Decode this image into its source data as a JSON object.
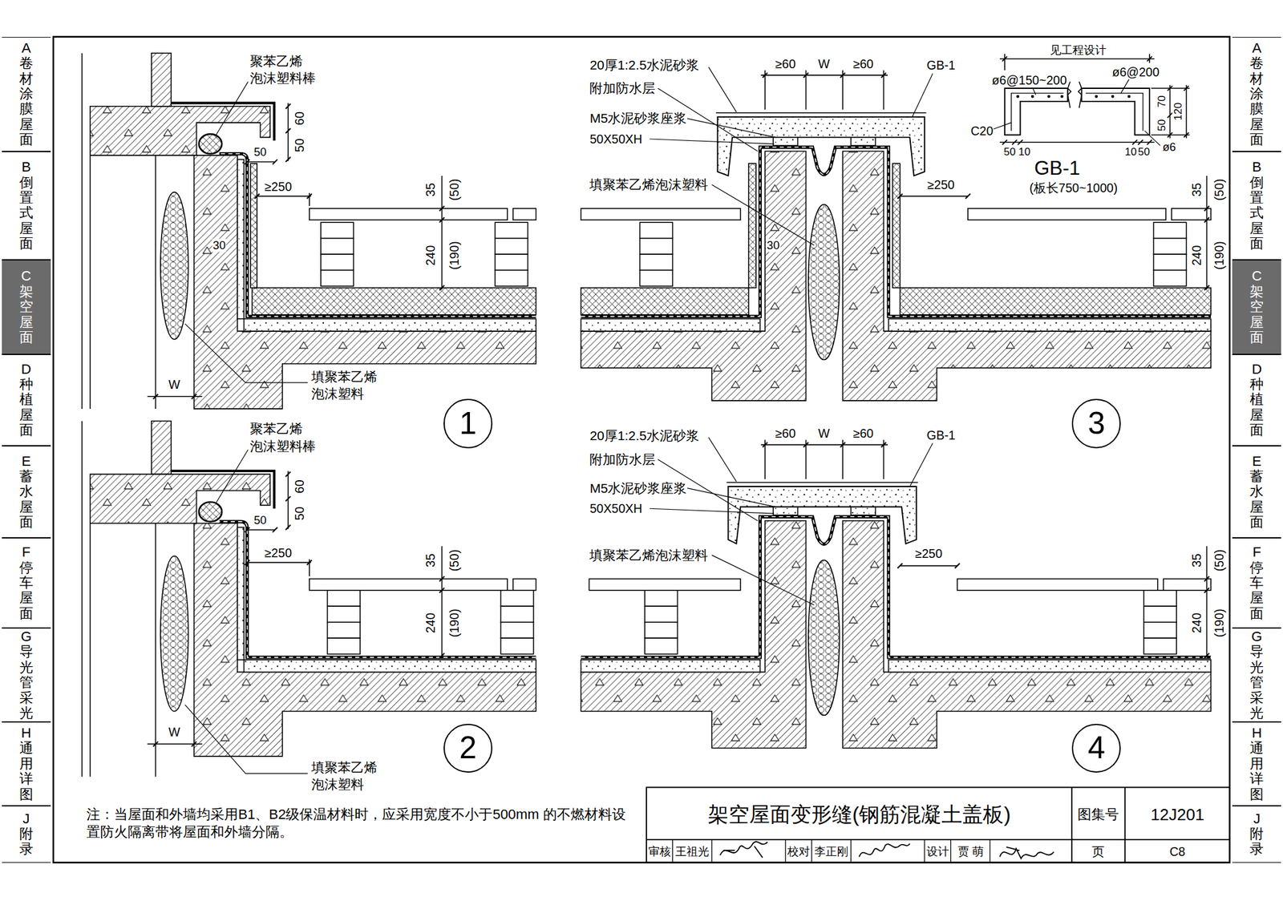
{
  "diagram": {
    "title": "架空屋面变形缝(钢筋混凝土盖板)",
    "nodes": [
      {
        "text": [
          "A",
          "卷材涂膜屋面"
        ]
      },
      {
        "text": [
          "B",
          "倒置式屋面"
        ]
      },
      {
        "text": [
          "C",
          "架空屋面"
        ]
      },
      {
        "text": [
          "D",
          "种植屋面"
        ]
      },
      {
        "text": [
          "E",
          "蓄水屋面"
        ]
      },
      {
        "text": [
          "F",
          "停车屋面"
        ]
      },
      {
        "text": [
          "G",
          "导光管采光"
        ]
      },
      {
        "text": [
          "H",
          "通用详图"
        ]
      },
      {
        "text": [
          "J",
          "附录"
        ]
      },
      {
        "text": [
          "A",
          "卷材涂膜屋面"
        ]
      },
      {
        "text": [
          "B",
          "倒置式屋面"
        ]
      },
      {
        "text": [
          "C",
          "架空屋面"
        ]
      },
      {
        "text": [
          "D",
          "种植屋面"
        ]
      },
      {
        "text": [
          "E",
          "蓄水屋面"
        ]
      },
      {
        "text": [
          "F",
          "停车屋面"
        ]
      },
      {
        "text": [
          "G",
          "导光管采光"
        ]
      },
      {
        "text": [
          "H",
          "通用详图"
        ]
      },
      {
        "text": [
          "J",
          "附录"
        ]
      },
      {
        "text": [
          "1"
        ]
      },
      {
        "text": [
          "2"
        ]
      },
      {
        "text": [
          "3"
        ]
      },
      {
        "text": [
          "4"
        ]
      }
    ],
    "labels": [
      "聚苯乙烯 泡沫塑料棒",
      "60",
      "50",
      "50",
      "≥250",
      "35",
      "(50)",
      "240",
      "(190)",
      "30",
      "W",
      "填聚苯乙烯 泡沫塑料",
      "聚苯乙烯 泡沫塑料棒",
      "60",
      "50",
      "50",
      "≥250",
      "35",
      "(50)",
      "240",
      "(190)",
      "W",
      "填聚苯乙烯 泡沫塑料",
      "20厚1:2.5水泥砂浆",
      "附加防水层",
      "M5水泥砂浆座浆",
      "50X50XH",
      "填聚苯乙烯泡沫塑料",
      "≥60",
      "W",
      "≥60",
      "GB-1",
      "≥250",
      "30",
      "35",
      "(50)",
      "240",
      "(190)",
      "见工程设计",
      "ø6@150~200",
      "ø6@200",
      "C20",
      "50",
      "10",
      "10",
      "50",
      "70",
      "50",
      "120",
      "ø6",
      "GB-1",
      "(板长750~1000)",
      "20厚1:2.5水泥砂浆",
      "附加防水层",
      "M5水泥砂浆座浆",
      "50X50XH",
      "填聚苯乙烯泡沫塑料",
      "≥60",
      "W",
      "≥60",
      "GB-1",
      "≥250",
      "35",
      "(50)",
      "240",
      "(190)",
      "注：当屋面和外墙均采用B1、B2级保温材料时，应采用宽度不小于500mm 的不燃材料设置防火隔离带将屋面和外墙分隔。",
      "图集号",
      "12J201",
      "审核",
      "王祖光",
      "校对",
      "李正刚",
      "设计",
      "贾 萌",
      "页",
      "C8"
    ]
  }
}
